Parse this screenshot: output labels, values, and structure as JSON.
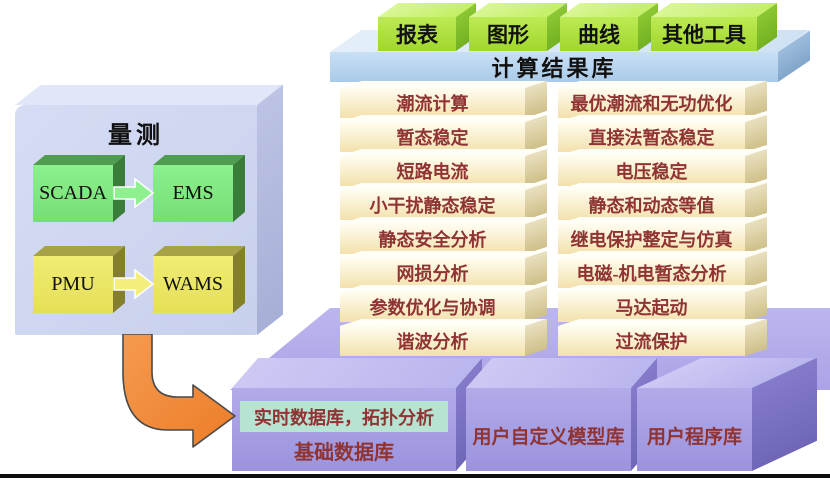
{
  "measurement": {
    "title": "量测",
    "scada": "SCADA",
    "ems": "EMS",
    "pmu": "PMU",
    "wams": "WAMS"
  },
  "tools": [
    "报表",
    "图形",
    "曲线",
    "其他工具"
  ],
  "result_db": "计算结果库",
  "left_stack": [
    "潮流计算",
    "暂态稳定",
    "短路电流",
    "小干扰静态稳定",
    "静态安全分析",
    "网损分析",
    "参数优化与协调",
    "谐波分析"
  ],
  "right_stack": [
    "最优潮流和无功优化",
    "直接法暂态稳定",
    "电压稳定",
    "静态和动态等值",
    "继电保护整定与仿真",
    "电磁-机电暂态分析",
    "马达起动",
    "过流保护"
  ],
  "bottom": {
    "realtime_db": "实时数据库，拓扑分析",
    "base_db": "基础数据库",
    "user_model_db": "用户自定义模型库",
    "user_program_db": "用户程序库"
  },
  "colors": {
    "tool_green": "#a9dd3d",
    "slab_blue": "#b6d4ef",
    "stack_cream": "#f9efc9",
    "stack_text_maroon": "#8f3333",
    "purple_box": "#a9a2e6",
    "teal_box": "#b7e3d3",
    "orange_arrow": "#ef8a3a",
    "scada_green": "#83e683",
    "pmu_yellow": "#ece766",
    "measurement_lavender": "#ccd4ee"
  }
}
